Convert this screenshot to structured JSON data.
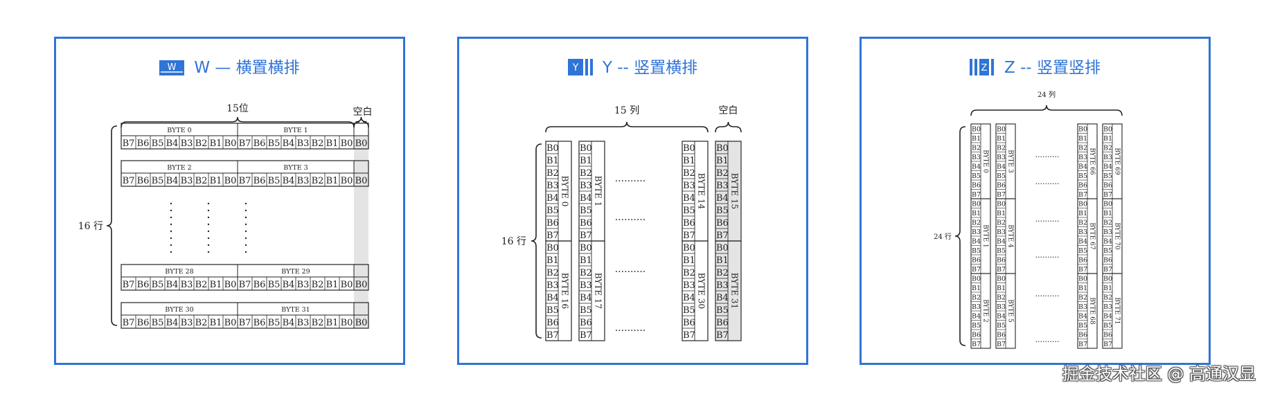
{
  "panels": [
    {
      "title": "W — 横置横排",
      "icon": "w-mode-icon",
      "icon_letter": "W"
    },
    {
      "title": "Y -- 竖置横排",
      "icon": "y-mode-icon",
      "icon_letter": "Y"
    },
    {
      "title": "Z -- 竖置竖排",
      "icon": "z-mode-icon",
      "icon_letter": "Z"
    }
  ],
  "w_diagram": {
    "top_label": "15位",
    "blank_label": "空白",
    "left_label": "16 行",
    "bits": [
      "B7",
      "B6",
      "B5",
      "B4",
      "B3",
      "B2",
      "B1",
      "B0"
    ],
    "blank_bit": "B0",
    "rows": [
      {
        "bytes": [
          "BYTE 0",
          "BYTE 1"
        ]
      },
      {
        "bytes": [
          "BYTE 2",
          "BYTE 3"
        ]
      },
      {
        "bytes": [
          "BYTE 28",
          "BYTE 29"
        ]
      },
      {
        "bytes": [
          "BYTE 30",
          "BYTE 31"
        ]
      }
    ]
  },
  "y_diagram": {
    "top_label": "15 列",
    "blank_label": "空白",
    "left_label": "16 行",
    "bits": [
      "B0",
      "B1",
      "B2",
      "B3",
      "B4",
      "B5",
      "B6",
      "B7"
    ],
    "dots": "..........",
    "columns": [
      {
        "bytes": [
          "BYTE 0",
          "BYTE 16"
        ]
      },
      {
        "bytes": [
          "BYTE 1",
          "BYTE 17"
        ]
      },
      {
        "bytes": [
          "BYTE 14",
          "BYTE 30"
        ]
      },
      {
        "bytes": [
          "BYTE 15",
          "BYTE 31"
        ]
      }
    ]
  },
  "z_diagram": {
    "top_label": "24 列",
    "left_label": "24 行",
    "bits": [
      "B0",
      "B1",
      "B2",
      "B3",
      "B4",
      "B5",
      "B6",
      "B7"
    ],
    "dots": "..........",
    "columns": [
      {
        "bytes": [
          "BYTE 0",
          "BYTE 1",
          "BYTE 2"
        ]
      },
      {
        "bytes": [
          "BYTE 3",
          "BYTE 4",
          "BYTE 5"
        ]
      },
      {
        "bytes": [
          "BYTE 66",
          "BYTE 67",
          "BYTE 68"
        ]
      },
      {
        "bytes": [
          "BYTE 69",
          "BYTE 70",
          "BYTE 71"
        ]
      }
    ]
  },
  "watermark": "掘金技术社区 @ 高通汉显"
}
